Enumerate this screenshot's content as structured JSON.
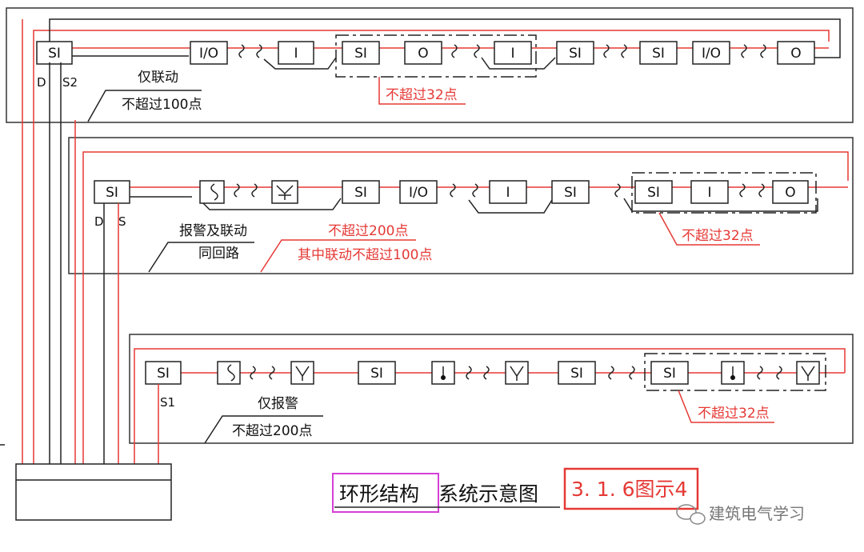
{
  "loop1": {
    "devices": [
      "SI",
      "I/O",
      "I",
      "SI",
      "O",
      "I",
      "SI",
      "SI",
      "I/O",
      "O"
    ],
    "wire_labels": [
      "D",
      "S2"
    ],
    "note_top": "仅联动",
    "note_bottom": "不超过100点",
    "group_note": "不超过32点"
  },
  "loop2": {
    "devices": [
      "SI",
      "SI",
      "I/O",
      "I",
      "SI",
      "SI",
      "I",
      "O"
    ],
    "wire_labels": [
      "D",
      "S"
    ],
    "note_top": "报警及联动",
    "note_bottom": "同回路",
    "red_note_1": "不超过200点",
    "red_note_2": "其中联动不超过100点",
    "group_note": "不超过32点"
  },
  "loop3": {
    "devices": [
      "SI",
      "SI",
      "SI",
      "SI"
    ],
    "wire_labels": [
      "S1"
    ],
    "note_top": "仅报警",
    "note_bottom": "不超过200点",
    "group_note": "不超过32点"
  },
  "footer": {
    "title_boxed": "环形结构",
    "title_rest": "系统示意图",
    "figure_ref": "3. 1. 6图示4",
    "watermark": "建筑电气学习"
  },
  "colors": {
    "line_red": "#e53935",
    "line_black": "#222222",
    "highlight_box": "#d63fd6"
  }
}
